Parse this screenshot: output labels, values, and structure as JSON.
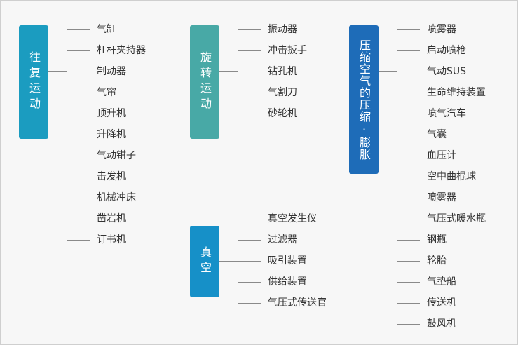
{
  "colors": {
    "reciprocating": "#1b9cc0",
    "rotary": "#48a9a6",
    "vacuum": "#1690c8",
    "compressed": "#1e6cb8",
    "line": "#8a8a8a",
    "text": "#333333",
    "background": "#f7f7f7"
  },
  "categories": [
    {
      "label": "往复运动",
      "items": [
        "气缸",
        "杠杆夹持器",
        "制动器",
        "气帘",
        "顶升机",
        "升降机",
        "气动钳子",
        "击发机",
        "机械冲床",
        "凿岩机",
        "订书机"
      ]
    },
    {
      "label": "旋转运动",
      "items": [
        "振动器",
        "冲击扳手",
        "钻孔机",
        "气割刀",
        "砂轮机"
      ]
    },
    {
      "label": "真空",
      "items": [
        "真空发生仪",
        "过滤器",
        "吸引装置",
        "供给装置",
        "气压式传送官"
      ]
    },
    {
      "label": "压缩空气的压缩·膨胀",
      "items": [
        "喷雾器",
        "启动喷枪",
        "气动SUS",
        "生命维持装置",
        "喷气汽车",
        "气囊",
        "血压计",
        "空中曲棍球",
        "喷雾器",
        "气压式暖水瓶",
        "钢瓶",
        "轮胎",
        "气垫船",
        "传送机",
        "鼓风机"
      ]
    }
  ]
}
